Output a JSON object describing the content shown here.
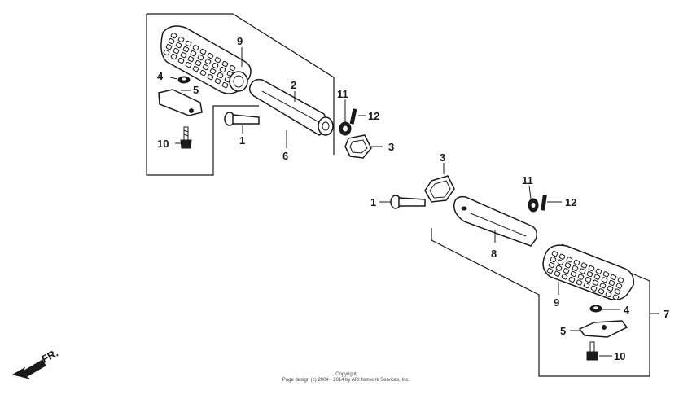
{
  "labels": {
    "upper": {
      "n9": "9",
      "n4": "4",
      "n5": "5",
      "n2": "2",
      "n11": "11",
      "n12": "12",
      "n1": "1",
      "n6": "6",
      "n3": "3",
      "n10": "10"
    },
    "lower": {
      "n3": "3",
      "n11": "11",
      "n12": "12",
      "n1": "1",
      "n8": "8",
      "n9": "9",
      "n4": "4",
      "n7": "7",
      "n5": "5",
      "n10": "10"
    }
  },
  "front_indicator": "FR.",
  "copyright": {
    "line1": "Copyright",
    "line2": "Page design (c) 2004 - 2014 by ARI Network Services, Inc."
  }
}
